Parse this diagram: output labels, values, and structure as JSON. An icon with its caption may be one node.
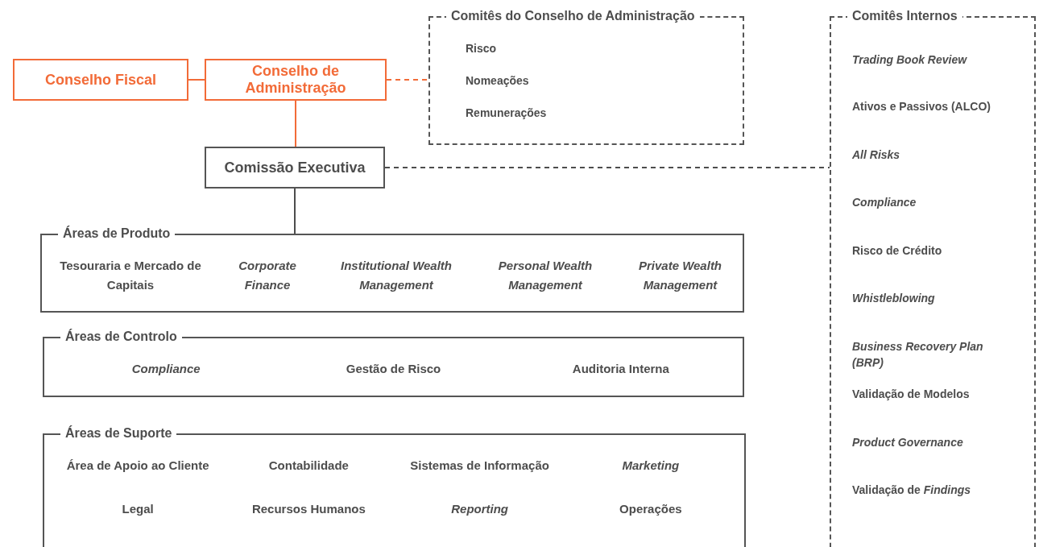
{
  "diagram": {
    "nodes": [
      {
        "text": [
          "Conselho Fiscal"
        ]
      },
      {
        "text": [
          "Conselho de Administração"
        ]
      },
      {
        "text": [
          "Comitês do Conselho de Administração",
          "Risco",
          "Nomeações",
          "Remunerações"
        ]
      },
      {
        "text": [
          "Comissão Executiva"
        ]
      },
      {
        "text": [
          "Comitês Internos",
          "*Trading Book Review*",
          "Ativos e Passivos (ALCO)",
          "*All Risks*",
          "*Compliance*",
          "Risco de Crédito",
          "*Whistleblowing*",
          "*Business Recovery Plan (BRP)*",
          "Validação de Modelos",
          "*Product Governance*",
          "Validação de *Findings*"
        ]
      },
      {
        "text": [
          "Áreas de Produto",
          "Tesouraria e Mercado de Capitais",
          "*Corporate Finance*",
          "*Institutional Wealth Management*",
          "*Personal Wealth Management*",
          "*Private Wealth Management*"
        ]
      },
      {
        "text": [
          "Áreas de Controlo",
          "*Compliance*",
          "Gestão de Risco",
          "Auditoria Interna"
        ]
      },
      {
        "text": [
          "Áreas de Suporte",
          "Área de Apoio ao Cliente",
          "Contabilidade",
          "Sistemas de Informação",
          "*Marketing*",
          "Legal",
          "Recursos Humanos",
          "*Reporting*",
          "Operações"
        ]
      }
    ],
    "edges": [
      {
        "from": 0,
        "to": 1,
        "arrow": "none",
        "color": "#f26b38"
      },
      {
        "from": 1,
        "to": 2,
        "arrow": "none",
        "style": "dashed",
        "color": "#f26b38"
      },
      {
        "from": 1,
        "to": 3,
        "arrow": "none",
        "color": "#f26b38"
      },
      {
        "from": 3,
        "to": 4,
        "arrow": "none",
        "style": "dashed",
        "color": "#4d4d4d"
      },
      {
        "from": 3,
        "to": 5,
        "arrow": "none",
        "color": "#4d4d4d"
      }
    ]
  }
}
